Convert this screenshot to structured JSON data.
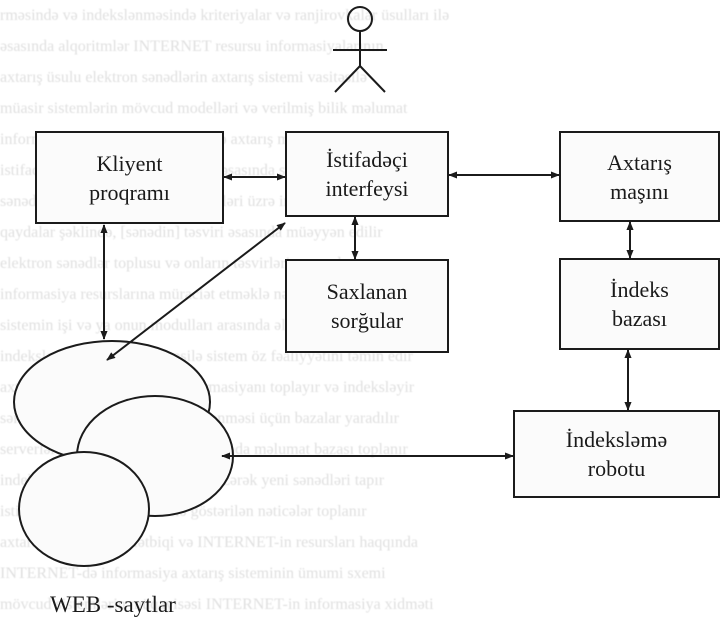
{
  "boxes": {
    "client": "Kliyent\nproqramı",
    "interface": "İstifadəçi\ninterfeysi",
    "search_engine": "Axtarış\nmaşını",
    "saved_queries": "Saxlanan\nsorğular",
    "index_db": "İndeks\nbazası",
    "robot": "İndeksləmə\nrobotu"
  },
  "sites_label": "WEB -saytlar",
  "icons": {
    "user": "user-stick-figure-icon",
    "web": "web-sites-circles-icon"
  }
}
